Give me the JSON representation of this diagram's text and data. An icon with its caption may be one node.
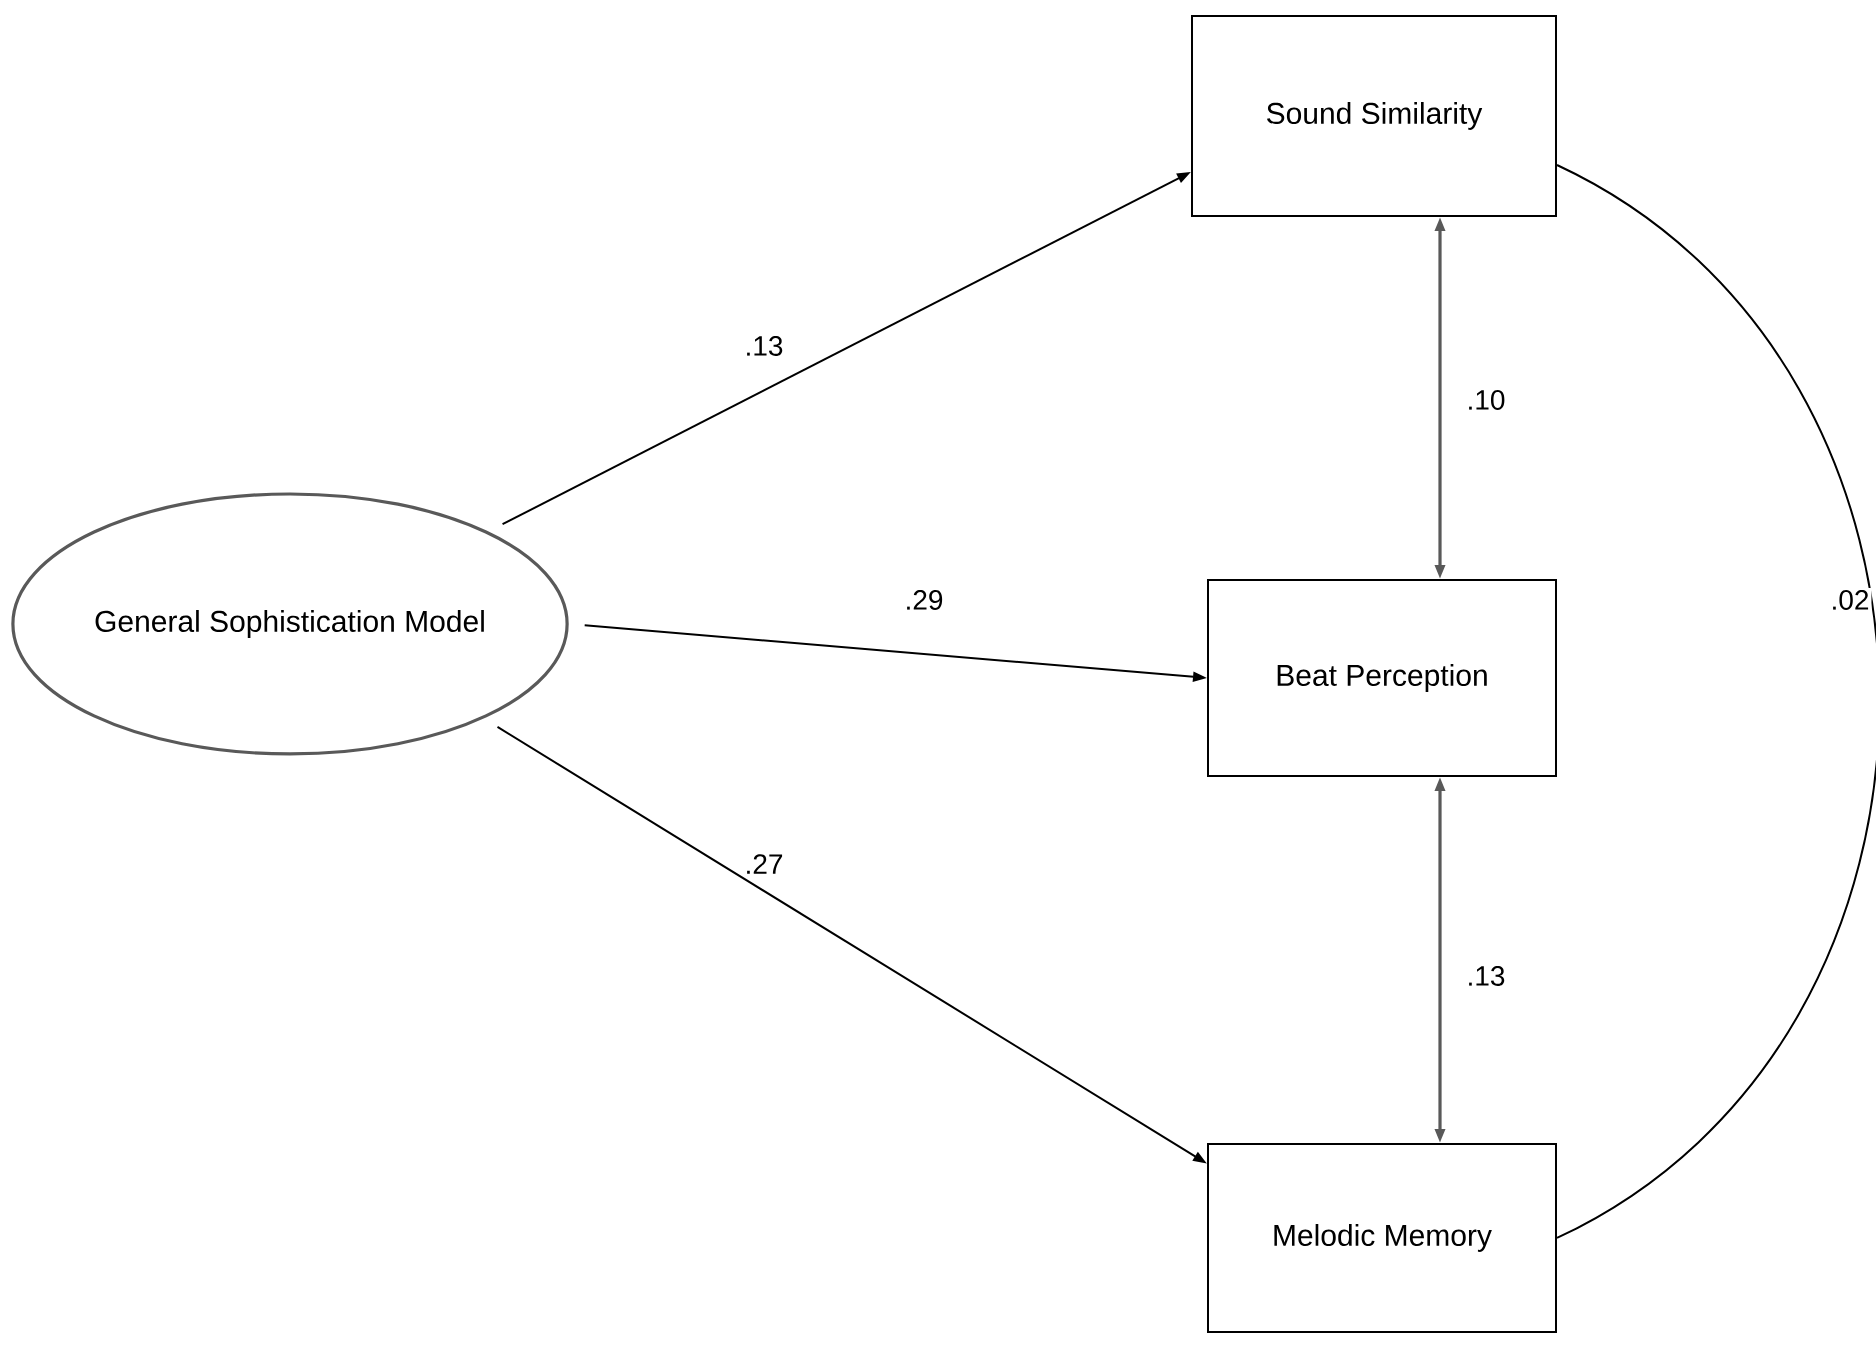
{
  "diagram": {
    "nodes": [
      {
        "text": [
          "General Sophistication Model"
        ]
      },
      {
        "text": [
          "Sound Similarity"
        ]
      },
      {
        "text": [
          "Beat Perception"
        ]
      },
      {
        "text": [
          "Melodic Memory"
        ]
      }
    ],
    "edges": [
      {
        "from": 0,
        "to": 1,
        "arrow": "to",
        "label": ".13"
      },
      {
        "from": 0,
        "to": 2,
        "arrow": "to",
        "label": ".29"
      },
      {
        "from": 0,
        "to": 3,
        "arrow": "to",
        "label": ".27"
      },
      {
        "from": 1,
        "to": 2,
        "arrow": "both",
        "label": ".10",
        "color": "#595959"
      },
      {
        "from": 2,
        "to": 3,
        "arrow": "both",
        "label": ".13",
        "color": "#595959"
      },
      {
        "from": 1,
        "to": 3,
        "arrow": "none",
        "label": ".02"
      }
    ]
  }
}
